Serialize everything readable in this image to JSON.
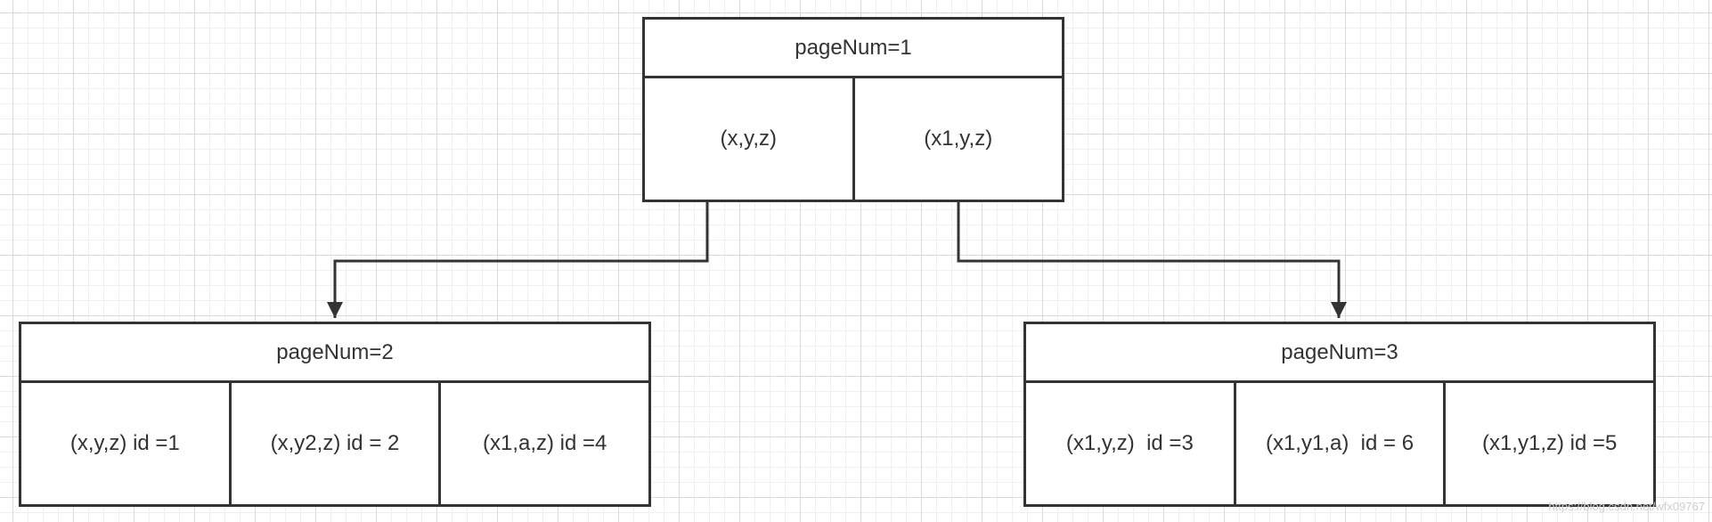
{
  "nodes": {
    "root": {
      "header": "pageNum=1",
      "cells": [
        "(x,y,z)",
        "(x1,y,z)"
      ]
    },
    "left": {
      "header": "pageNum=2",
      "cells": [
        "(x,y,z) id =1",
        "(x,y2,z) id = 2",
        "(x1,a,z) id =4"
      ]
    },
    "right": {
      "header": "pageNum=3",
      "cells": [
        "(x1,y,z)  id =3",
        "(x1,y1,a)  id = 6",
        "(x1,y1,z) id =5"
      ]
    }
  },
  "colors": {
    "line": "#333333",
    "grid": "#d9d9d9",
    "background": "#ffffff"
  },
  "watermark": "https://blog.csdn.net/wfx09767"
}
